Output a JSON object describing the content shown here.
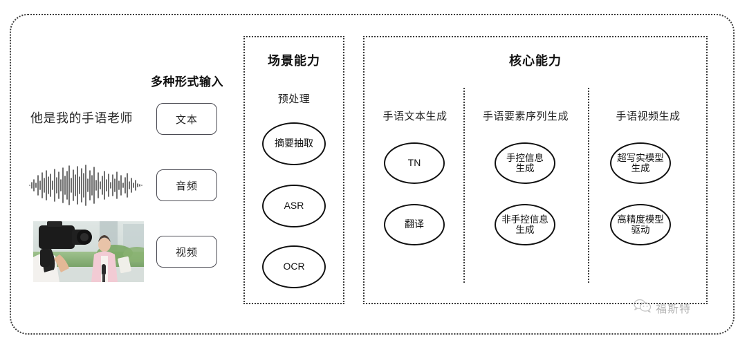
{
  "diagram": {
    "input_section": {
      "heading": "多种形式输入",
      "sample_sentence": "他是我的手语老师",
      "modalities": [
        {
          "label": "文本",
          "icon": "text-sample"
        },
        {
          "label": "音频",
          "icon": "audio-waveform"
        },
        {
          "label": "视频",
          "icon": "video-thumbnail"
        }
      ]
    },
    "scene_panel": {
      "title": "场景能力",
      "group_label": "预处理",
      "nodes": [
        "摘要抽取",
        "ASR",
        "OCR"
      ]
    },
    "core_panel": {
      "title": "核心能力",
      "columns": [
        {
          "header": "手语文本生成",
          "nodes": [
            "TN",
            "翻译"
          ]
        },
        {
          "header": "手语要素序列生成",
          "nodes": [
            "手控信息\n生成",
            "非手控信息\n生成"
          ]
        },
        {
          "header": "手语视频生成",
          "nodes": [
            "超写实模型\n生成",
            "高精度模型\n驱动"
          ]
        }
      ]
    },
    "core_nodes_flat": {
      "c1r1": "TN",
      "c1r2": "翻译",
      "c2r1_line1": "手控信息",
      "c2r1_line2": "生成",
      "c2r2_line1": "非手控信息",
      "c2r2_line2": "生成",
      "c3r1_line1": "超写实模型",
      "c3r1_line2": "生成",
      "c3r2_line1": "高精度模型",
      "c3r2_line2": "驱动"
    },
    "watermark": {
      "text": "福斯特",
      "icon": "wechat-icon"
    },
    "colors": {
      "border": "#3c3c3c",
      "node_stroke": "#111111",
      "text": "#1a1a1a",
      "pill_border": "#4a4a52",
      "background": "#ffffff"
    }
  }
}
